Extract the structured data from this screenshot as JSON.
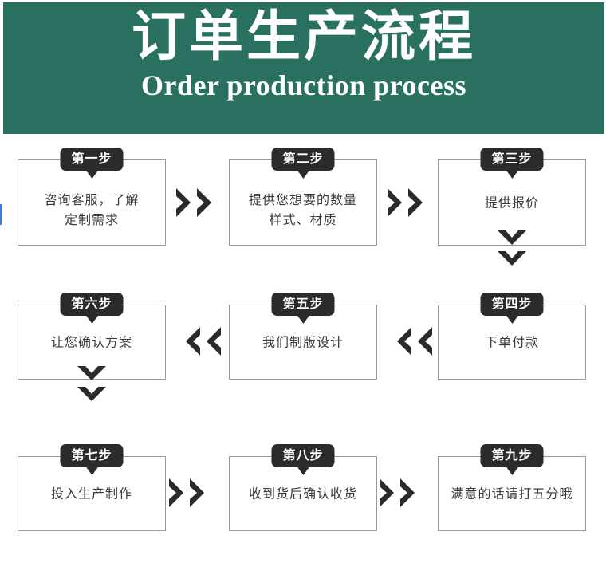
{
  "banner": {
    "title_cn": "订单生产流程",
    "title_en": "Order production process",
    "background_color": "#2a7060",
    "text_color": "#ffffff"
  },
  "theme": {
    "badge_background": "#2b2b2b",
    "badge_text_color": "#ffffff",
    "box_border_color": "#9a9a9a",
    "body_text_color": "#3a3a3a",
    "arrow_color": "#2b2b2b",
    "page_background": "#ffffff"
  },
  "steps": [
    {
      "badge": "第一步",
      "text": "咨询客服，了解\n定制需求"
    },
    {
      "badge": "第二步",
      "text": "提供您想要的数量\n样式、材质"
    },
    {
      "badge": "第三步",
      "text": "提供报价"
    },
    {
      "badge": "第四步",
      "text": "下单付款"
    },
    {
      "badge": "第五步",
      "text": "我们制版设计"
    },
    {
      "badge": "第六步",
      "text": "让您确认方案"
    },
    {
      "badge": "第七步",
      "text": "投入生产制作"
    },
    {
      "badge": "第八步",
      "text": "收到货后确认收货"
    },
    {
      "badge": "第九步",
      "text": "满意的话请打五分哦"
    }
  ],
  "connectors": [
    {
      "name": "arrow-step1-to-step2",
      "direction": "right",
      "count": 2
    },
    {
      "name": "arrow-step2-to-step3",
      "direction": "right",
      "count": 2
    },
    {
      "name": "arrow-step3-to-step4",
      "direction": "down",
      "count": 2
    },
    {
      "name": "arrow-step4-to-step5",
      "direction": "left",
      "count": 2
    },
    {
      "name": "arrow-step5-to-step6",
      "direction": "left",
      "count": 2
    },
    {
      "name": "arrow-step6-to-step7",
      "direction": "down",
      "count": 2
    },
    {
      "name": "arrow-step7-to-step8",
      "direction": "right",
      "count": 2
    },
    {
      "name": "arrow-step8-to-step9",
      "direction": "right",
      "count": 2
    }
  ]
}
